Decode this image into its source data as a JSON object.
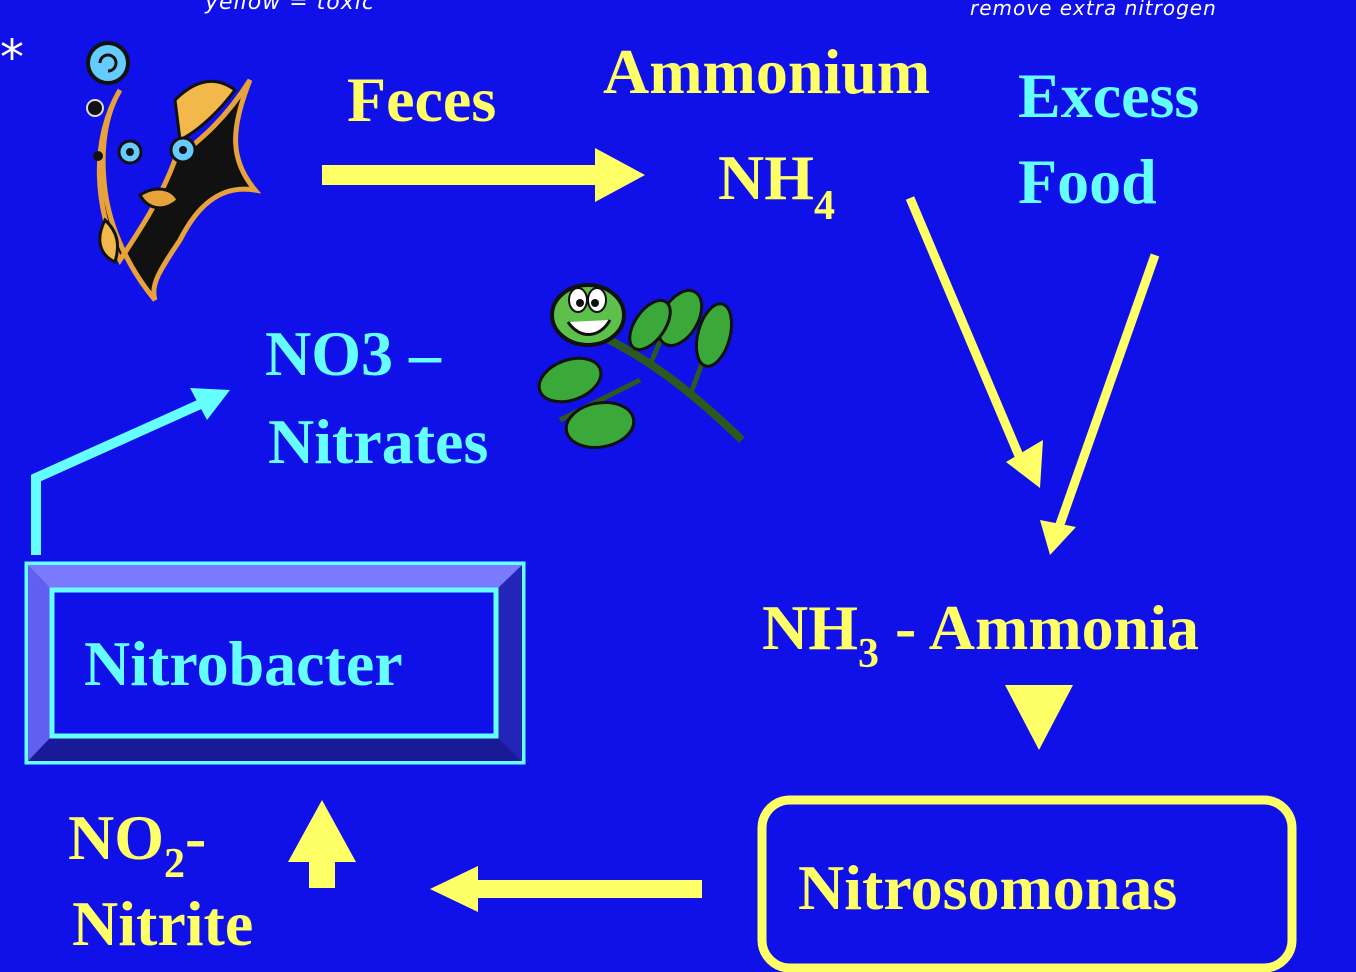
{
  "annotations": {
    "top_left_note": "yellow = toxic",
    "top_right_note": "remove extra nitrogen",
    "star": "*"
  },
  "labels": {
    "feces": "Feces",
    "ammonium": "Ammonium",
    "ammonium_formula_base": "NH",
    "ammonium_formula_sub": "4",
    "excess": "Excess",
    "food": "Food",
    "nitrate_formula": "NO3 –",
    "nitrates": "Nitrates",
    "ammonia_base": "NH",
    "ammonia_sub": "3",
    "ammonia_rest": " - Ammonia",
    "nitrite_base": "NO",
    "nitrite_sub": "2",
    "nitrite_dash": "-",
    "nitrite": "Nitrite"
  },
  "boxes": {
    "nitrobacter": "Nitrobacter",
    "nitrosomonas": "Nitrosomonas"
  },
  "colors": {
    "background": "#1010e8",
    "toxic": "#ffff66",
    "safe": "#66ffff"
  },
  "icons": [
    "fish-icon",
    "plant-icon"
  ]
}
